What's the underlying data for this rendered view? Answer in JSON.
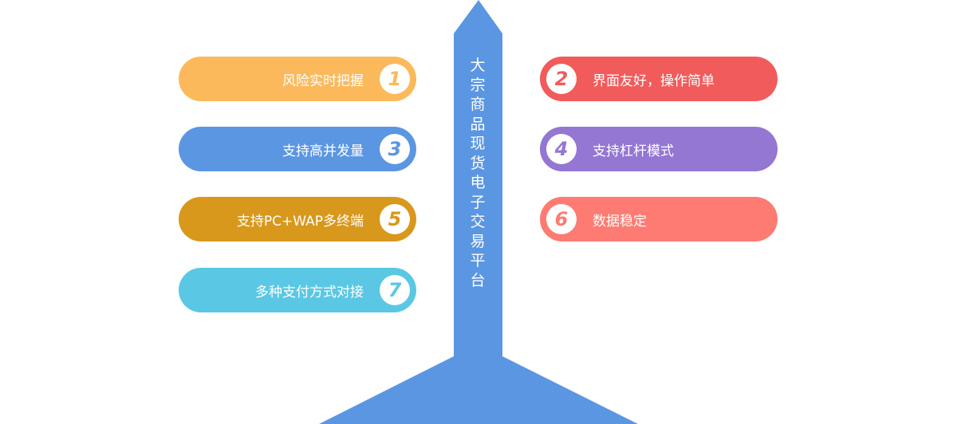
{
  "title": "大宗商品现货电子交易平台",
  "colors": {
    "trunk": "#5b96e3",
    "background": "#ffffff"
  },
  "features": [
    {
      "num": "1",
      "label": "风险实时把握",
      "color": "#fbb95c",
      "side": "left"
    },
    {
      "num": "2",
      "label": "界面友好，操作简单",
      "color": "#f25b5b",
      "side": "right"
    },
    {
      "num": "3",
      "label": "支持高并发量",
      "color": "#5b96e3",
      "side": "left"
    },
    {
      "num": "4",
      "label": "支持杠杆模式",
      "color": "#9476d3",
      "side": "right"
    },
    {
      "num": "5",
      "label": "支持PC+WAP多终端",
      "color": "#d8981c",
      "side": "left"
    },
    {
      "num": "6",
      "label": "数据稳定",
      "color": "#fd7b72",
      "side": "right"
    },
    {
      "num": "7",
      "label": "多种支付方式对接",
      "color": "#5ac8e5",
      "side": "left"
    }
  ]
}
